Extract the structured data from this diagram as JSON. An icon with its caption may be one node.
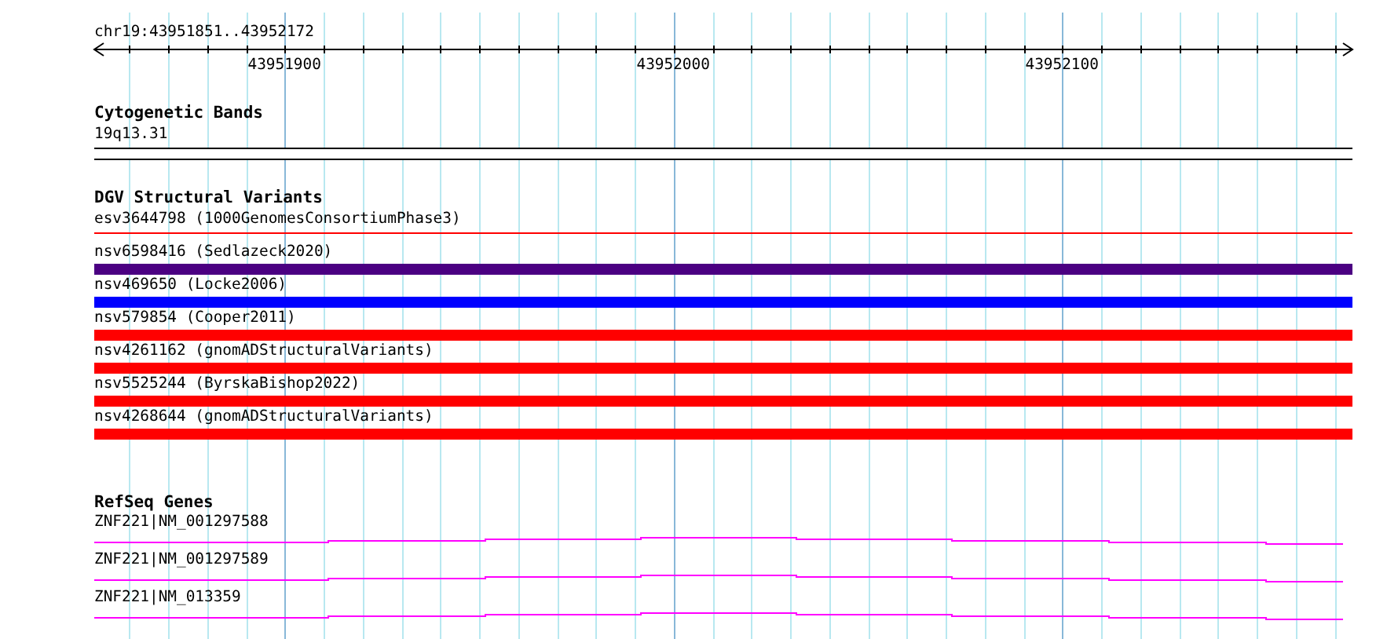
{
  "diagram": {
    "nodes": [
      {
        "text": [
          "19q13.31"
        ]
      },
      {
        "text": [
          "esv3644798 (1000GenomesConsortiumPhase3)"
        ]
      },
      {
        "text": [
          "nsv6598416 (Sedlazeck2020)"
        ]
      },
      {
        "text": [
          "nsv469650 (Locke2006)"
        ]
      },
      {
        "text": [
          "nsv579854 (Cooper2011)"
        ]
      },
      {
        "text": [
          "nsv4261162 (gnomADStructuralVariants)"
        ]
      },
      {
        "text": [
          "nsv5525244 (ByrskaBishop2022)"
        ]
      },
      {
        "text": [
          "nsv4268644 (gnomADStructuralVariants)"
        ]
      },
      {
        "text": [
          "ZNF221|NM_001297588"
        ]
      },
      {
        "text": [
          "ZNF221|NM_001297589"
        ]
      },
      {
        "text": [
          "ZNF221|NM_013359"
        ]
      }
    ],
    "labels": [
      "chr19:43951851..43952172",
      "43951900",
      "43952000",
      "43952100",
      "Cytogenetic Bands",
      "DGV Structural Variants",
      "RefSeq Genes"
    ]
  }
}
